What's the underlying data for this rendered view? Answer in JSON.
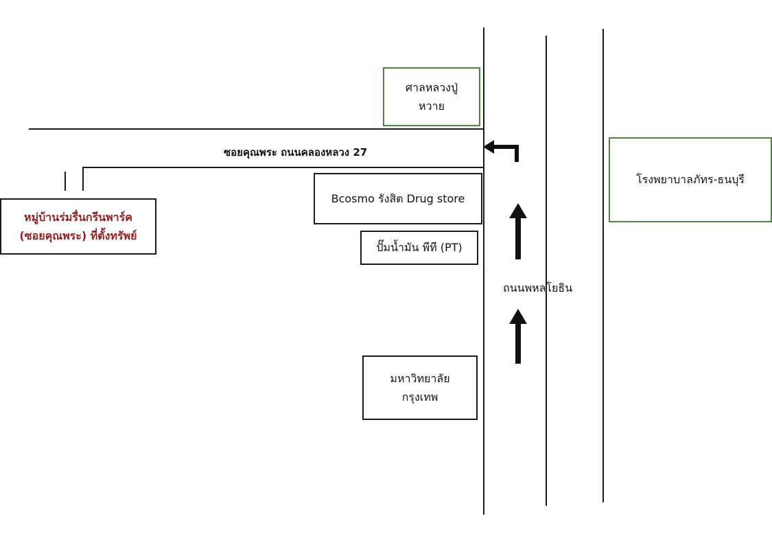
{
  "landmarks": {
    "shrine": {
      "line1": "ศาลหลวงปู่",
      "line2": "หวาย"
    },
    "drugstore": {
      "text": "Bcosmo รังสิต Drug store"
    },
    "gas_station": {
      "text": "ปั๊มน้ำมัน พีที (PT)"
    },
    "university": {
      "line1": "มหาวิทยาลัย",
      "line2": "กรุงเทพ"
    },
    "hospital": {
      "text": "โรงพยาบาลภัทร-ธนบุรี"
    },
    "property": {
      "line1": "หมู่บ้านร่มรื่นกรีนพาร์ค",
      "line2": "(ซอยคุณพระ) ที่ตั้งทรัพย์"
    }
  },
  "roads": {
    "soi": "ซอยคุณพระ ถนนคลองหลวง 27",
    "main_road": "ถนนพหลโยธิน"
  },
  "colors": {
    "line": "#1a1a1a",
    "green_border": "#4a8a3a",
    "property_text": "#9b1c1c"
  },
  "icons": [
    "turn-left-arrow-icon",
    "up-arrow-icon",
    "up-arrow-icon"
  ]
}
